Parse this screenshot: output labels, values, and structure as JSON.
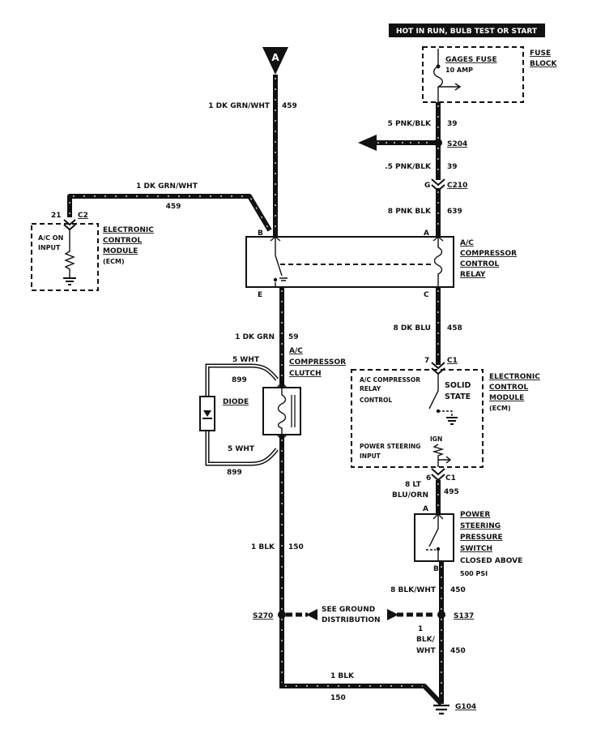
{
  "banner": "HOT IN RUN, BULB TEST OR START",
  "connector_a": "A",
  "fuse": {
    "name": "GAGES FUSE",
    "rating": "10 AMP",
    "block_1": "FUSE",
    "block_2": "BLOCK"
  },
  "wires": {
    "w459_top": {
      "size_color": "1 DK GRN/WHT",
      "circuit": "459"
    },
    "w39_upper": {
      "size_color": "5 PNK/BLK",
      "circuit": "39"
    },
    "w39_lower": {
      "size_color": ".5 PNK/BLK",
      "circuit": "39"
    },
    "w459_ecm": {
      "size_color": "1 DK GRN/WHT",
      "circuit": "459"
    },
    "w639": {
      "size_color": "8 PNK BLK",
      "circuit": "639"
    },
    "w59": {
      "size_color": "1 DK GRN",
      "circuit": "59"
    },
    "w458": {
      "size_color": "8 DK BLU",
      "circuit": "458"
    },
    "w899_top": {
      "size_color": "5 WHT",
      "circuit": "899"
    },
    "w899_bot": {
      "size_color": "5 WHT",
      "circuit": "899"
    },
    "w495": {
      "size_line1": "8 LT",
      "size_line2": "BLU/ORN",
      "circuit": "495"
    },
    "w150_vert": {
      "size_color": "1 BLK",
      "circuit": "150"
    },
    "w450_upper": {
      "size_color": "8 BLK/WHT",
      "circuit": "450"
    },
    "w450_lower": {
      "line1": "1",
      "line2": "BLK/",
      "line3": "WHT",
      "circuit": "450"
    },
    "w150_bottom": {
      "size_color": "1 BLK",
      "circuit": "150"
    }
  },
  "splices": {
    "s204": "S204",
    "s270": "S270",
    "s137": "S137"
  },
  "connectors": {
    "c210_pin": "G",
    "c210": "C210",
    "c2_pin": "21",
    "c2": "C2",
    "c1_top_pin": "7",
    "c1_top": "C1",
    "c1_bot_pin": "6",
    "c1_bot": "C1"
  },
  "ecm_left": {
    "input_1": "A/C ON",
    "input_2": "INPUT",
    "name_1": "ELECTRONIC",
    "name_2": "CONTROL",
    "name_3": "MODULE",
    "name_4": "(ECM)"
  },
  "relay": {
    "pin_b": "B",
    "pin_a": "A",
    "pin_e": "E",
    "pin_c": "C",
    "name_1": "A/C",
    "name_2": "COMPRESSOR",
    "name_3": "CONTROL",
    "name_4": "RELAY"
  },
  "clutch": {
    "name_1": "A/C",
    "name_2": "COMPRESSOR",
    "name_3": "CLUTCH"
  },
  "diode": "DIODE",
  "ecm_right": {
    "relay_ctl_1": "A/C COMPRESSOR",
    "relay_ctl_2": "RELAY",
    "relay_ctl_3": "CONTROL",
    "solid_1": "SOLID",
    "solid_2": "STATE",
    "ps_input_1": "POWER STEERING",
    "ps_input_2": "INPUT",
    "ign": "IGN",
    "name_1": "ELECTRONIC",
    "name_2": "CONTROL",
    "name_3": "MODULE",
    "name_4": "(ECM)"
  },
  "ps_switch": {
    "pin_a": "A",
    "pin_b": "B",
    "name_1": "POWER",
    "name_2": "STEERING",
    "name_3": "PRESSURE",
    "name_4": "SWITCH",
    "note_1": "CLOSED ABOVE",
    "note_2": "500 PSI"
  },
  "ground_dist": {
    "line1": "SEE GROUND",
    "line2": "DISTRIBUTION"
  },
  "ground_g104": "G104"
}
